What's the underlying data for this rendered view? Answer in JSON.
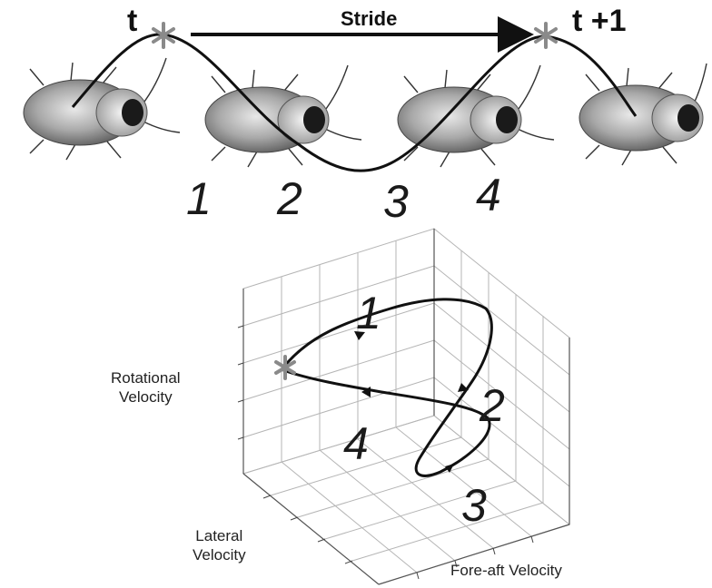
{
  "top": {
    "start_label": "t",
    "end_label": "t +1",
    "stride_label": "Stride",
    "phases": [
      "1",
      "2",
      "3",
      "4"
    ]
  },
  "plot": {
    "phases": [
      "1",
      "2",
      "4",
      "3"
    ],
    "axes": {
      "z": [
        "Rotational",
        "Velocity"
      ],
      "y": [
        "Lateral",
        "Velocity"
      ],
      "x": "Fore-aft Velocity"
    }
  },
  "colors": {
    "marker": "#8a8a8a",
    "line": "#111111",
    "grid": "#b5b5b5",
    "insect_body": "#a4a4a4"
  }
}
